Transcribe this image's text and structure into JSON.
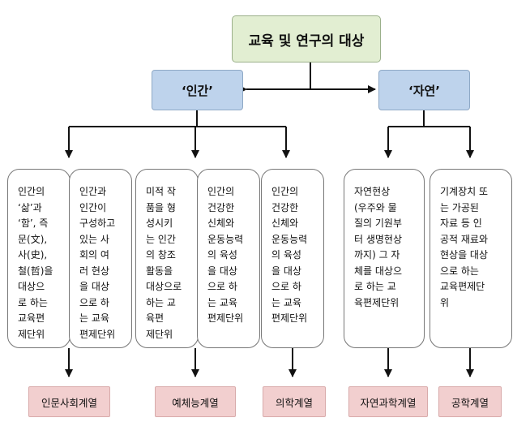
{
  "title": "교육 및 연구의 대상",
  "categories": [
    {
      "label": "‘인간’"
    },
    {
      "label": "‘자연’"
    }
  ],
  "units": [
    {
      "text": "인간의\n‘삶’과\n‘함’, 즉\n문(文),\n사(史),\n철(哲)을\n대상으\n로 하는\n교육편\n제단위"
    },
    {
      "text": "인간과\n인간이\n구성하고\n있는 사\n회의 여\n러 현상\n을 대상\n으로 하\n는 교육\n편제단위"
    },
    {
      "text": "미적 작\n품을 형\n성시키\n는 인간\n의 창조\n활동을\n대상으로\n하는 교\n육편\n제단위"
    },
    {
      "text": "인간의\n건강한\n신체와\n운동능력\n의 육성\n을 대상\n으로 하\n는 교육\n편제단위"
    },
    {
      "text": "인간의\n건강한\n신체와\n운동능력\n의 육성\n을 대상\n으로 하\n는 교육\n편제단위"
    },
    {
      "text": "자연현상\n(우주와 물\n질의 기원부\n터 생명현상\n까지) 그 자\n체를 대상으\n로 하는 교\n육편제단위"
    },
    {
      "text": "기계장치 또\n는 가공된\n자료 등 인\n공적 재료와\n현상을 대상\n으로 하는\n교육편제단\n위"
    }
  ],
  "fields": [
    {
      "label": "인문사회계열"
    },
    {
      "label": "예체능계열"
    },
    {
      "label": "의학계열"
    },
    {
      "label": "자연과학계열"
    },
    {
      "label": "공학계열"
    }
  ]
}
